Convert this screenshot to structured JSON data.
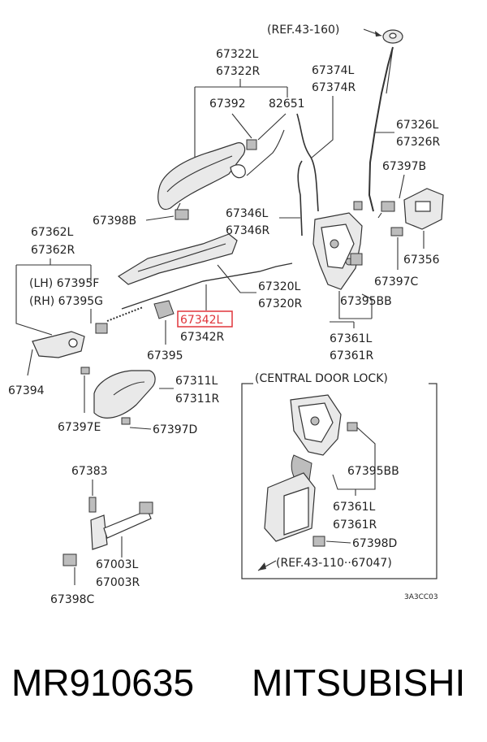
{
  "refs": {
    "top": "(REF.43-160)",
    "bottom": "(REF.43-110··67047)"
  },
  "parts": {
    "p67322L": "67322L",
    "p67322R": "67322R",
    "p67392": "67392",
    "p82651": "82651",
    "p67374L": "67374L",
    "p67374R": "67374R",
    "p67326L": "67326L",
    "p67326R": "67326R",
    "p67397B": "67397B",
    "p67398B": "67398B",
    "p67346L": "67346L",
    "p67346R": "67346R",
    "p67356": "67356",
    "p67362L": "67362L",
    "p67362R": "67362R",
    "p67397C": "67397C",
    "p67395F": "(LH) 67395F",
    "p67395G": "(RH) 67395G",
    "p67320L": "67320L",
    "p67320R": "67320R",
    "p67395BB": "67395BB",
    "p67342L": "67342L",
    "p67342R": "67342R",
    "p67361L": "67361L",
    "p67361R": "67361R",
    "p67394": "67394",
    "p67395": "67395",
    "p67311L": "67311L",
    "p67311R": "67311R",
    "p67397E": "67397E",
    "p67397D": "67397D",
    "p67383": "67383",
    "p67003L": "67003L",
    "p67003R": "67003R",
    "p67398C": "67398C",
    "p67395BB2": "67395BB",
    "p67361L2": "67361L",
    "p67361R2": "67361R",
    "p67398D": "67398D"
  },
  "inset": {
    "title": "(CENTRAL DOOR LOCK)"
  },
  "code": "3A3CC03",
  "footer": {
    "part_number": "MR910635",
    "brand": "MITSUBISHI"
  },
  "colors": {
    "highlight": "#e0353b",
    "line": "#333333"
  }
}
